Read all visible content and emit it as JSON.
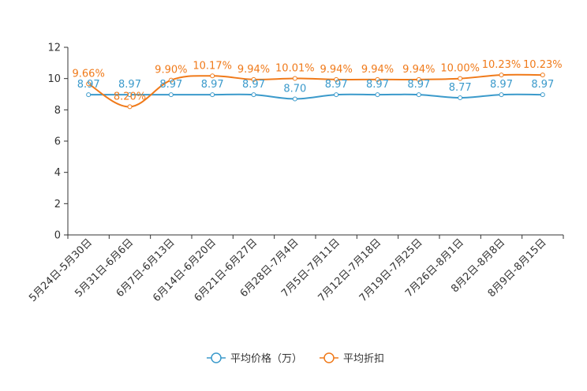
{
  "chart_data": {
    "type": "line",
    "categories": [
      "5月24日-5月30日",
      "5月31日-6月6日",
      "6月7日-6月13日",
      "6月14日-6月20日",
      "6月21日-6月27日",
      "6月28日-7月4日",
      "7月5日-7月11日",
      "7月12日-7月18日",
      "7月19日-7月25日",
      "7月26日-8月1日",
      "8月2日-8月8日",
      "8月9日-8月15日"
    ],
    "ylim": [
      0,
      12
    ],
    "yticks": [
      0,
      2,
      4,
      6,
      8,
      10,
      12
    ],
    "ytick_labels": [
      "0",
      "2",
      "4",
      "6",
      "8",
      "10",
      "12"
    ],
    "legend_position": "bottom-center",
    "grid": false,
    "series": [
      {
        "name": "平均价格（万）",
        "color": "#3b9acb",
        "values": [
          8.97,
          8.97,
          8.97,
          8.97,
          8.97,
          8.7,
          8.97,
          8.97,
          8.97,
          8.77,
          8.97,
          8.97
        ],
        "labels": [
          "8.97",
          "8.97",
          "8.97",
          "8.97",
          "8.97",
          "8.70",
          "8.97",
          "8.97",
          "8.97",
          "8.77",
          "8.97",
          "8.97"
        ]
      },
      {
        "name": "平均折扣",
        "color": "#f07a1a",
        "values": [
          9.66,
          8.2,
          9.9,
          10.17,
          9.94,
          10.01,
          9.94,
          9.94,
          9.94,
          10.0,
          10.23,
          10.23
        ],
        "labels": [
          "9.66%",
          "8.20%",
          "9.90%",
          "10.17%",
          "9.94%",
          "10.01%",
          "9.94%",
          "9.94%",
          "9.94%",
          "10.00%",
          "10.23%",
          "10.23%"
        ]
      }
    ]
  }
}
